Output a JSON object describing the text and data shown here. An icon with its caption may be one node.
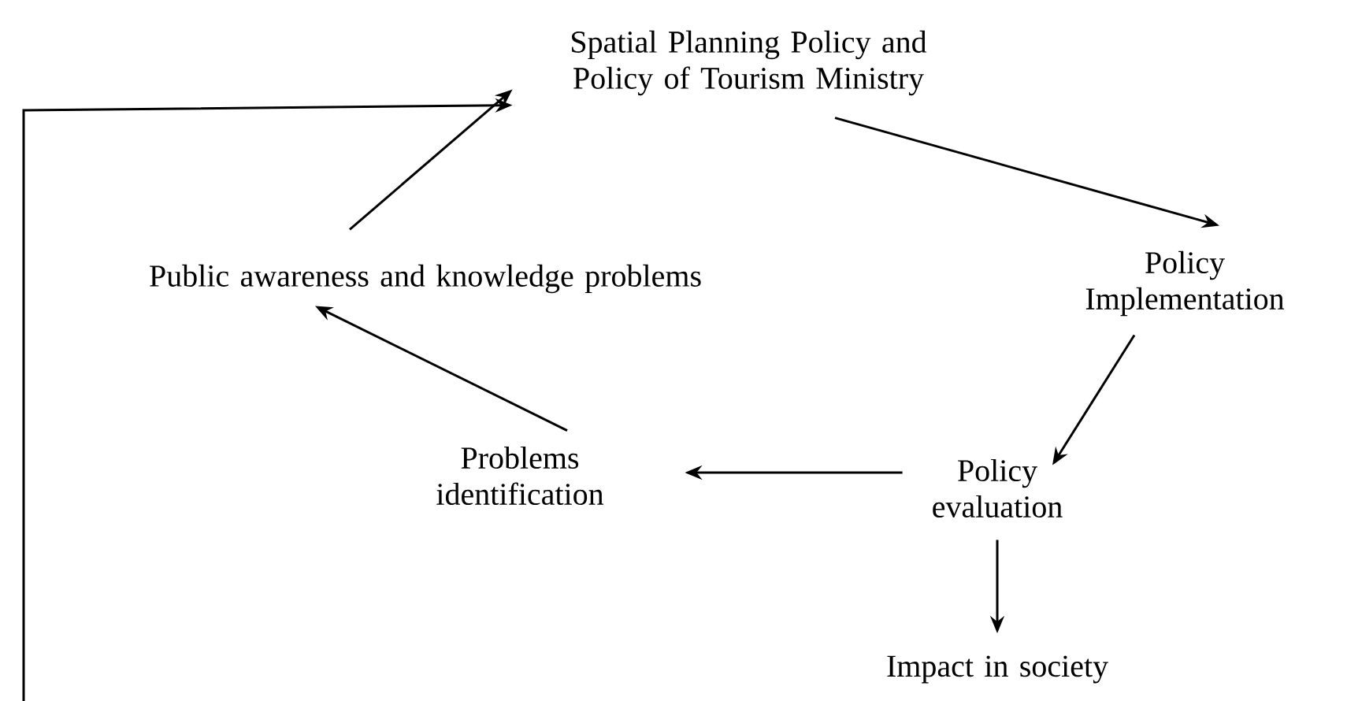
{
  "diagram": {
    "nodes": [
      {
        "text": [
          "Spatial Planning Policy and Policy of Tourism Ministry"
        ]
      },
      {
        "text": [
          "Policy Implementation"
        ]
      },
      {
        "text": [
          "Policy evaluation"
        ]
      },
      {
        "text": [
          "Impact in society"
        ]
      },
      {
        "text": [
          "Problems identification"
        ]
      },
      {
        "text": [
          "Public awareness and knowledge problems"
        ]
      }
    ],
    "edges": [
      {
        "from": 0,
        "to": 1,
        "arrow": "to"
      },
      {
        "from": 1,
        "to": 2,
        "arrow": "to"
      },
      {
        "from": 2,
        "to": 4,
        "arrow": "to"
      },
      {
        "from": 4,
        "to": 5,
        "arrow": "to"
      },
      {
        "from": 5,
        "to": 0,
        "arrow": "to"
      },
      {
        "from": 2,
        "to": 3,
        "arrow": "to"
      },
      {
        "from": null,
        "to": 0,
        "arrow": "to"
      }
    ]
  }
}
